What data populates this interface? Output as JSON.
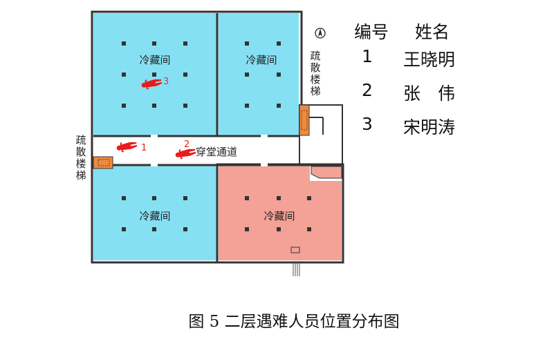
{
  "plan": {
    "rooms": [
      "冷藏间",
      "冷藏间",
      "冷藏间",
      "冷藏间"
    ],
    "corridor": "穿堂通道",
    "stairs_left": [
      "疏",
      "散",
      "楼",
      "梯"
    ],
    "stairs_right": [
      "疏",
      "散",
      "楼",
      "梯"
    ],
    "victims": [
      "1",
      "2",
      "3"
    ],
    "colors": {
      "cold_room": "#86E0F4",
      "fire_room": "#F4A196",
      "stair": "#F08A3C",
      "victim": "#E81C1C"
    }
  },
  "legend": {
    "header_id": "编号",
    "header_name": "姓名",
    "rows": [
      {
        "id": "1",
        "name": "王晓明"
      },
      {
        "id": "2",
        "name": "张　伟"
      },
      {
        "id": "3",
        "name": "宋明涛"
      }
    ]
  },
  "caption": "图 5  二层遇难人员位置分布图"
}
